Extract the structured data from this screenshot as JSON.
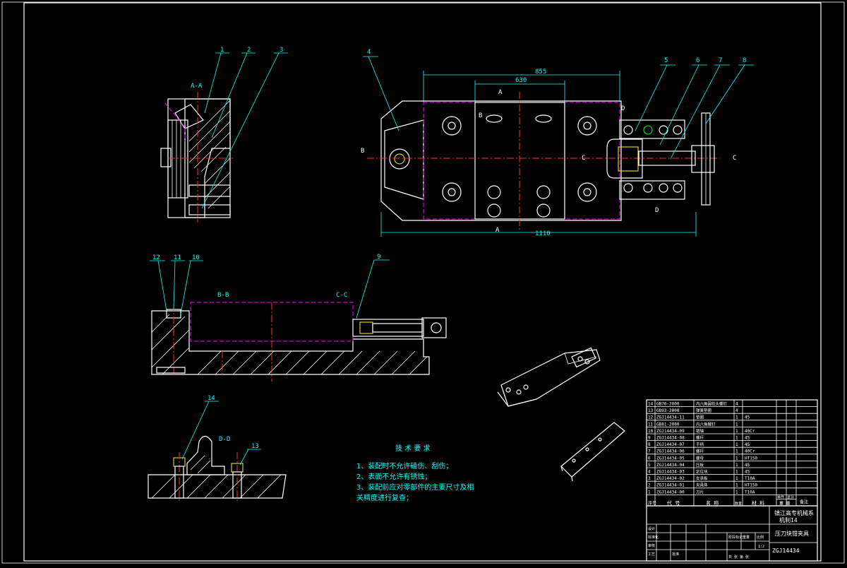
{
  "balloons": [
    "1",
    "2",
    "3",
    "4",
    "5",
    "6",
    "7",
    "8",
    "9",
    "10",
    "11",
    "12",
    "13",
    "14"
  ],
  "views": {
    "aa": "A-A",
    "bb": "B-B",
    "cc": "C-C",
    "dd": "D-D",
    "sec_a": "A",
    "sec_b": "B",
    "sec_c": "C",
    "sec_d": "D"
  },
  "dimensions": {
    "d855": "855",
    "d630": "630",
    "d1110": "1110"
  },
  "tech_requirements": {
    "title": "技 术 要 求",
    "items": [
      "1、装配时不允许磕伤、刮伤；",
      "2、表面不允许有锈蚀；",
      "3、装配前应对零部件的主要尺寸及相",
      "关精度进行复查；"
    ]
  },
  "bom": [
    {
      "no": "14",
      "code": "GB70-2000",
      "name": "内六角圆柱头螺钉",
      "qty": "4",
      "mat": ""
    },
    {
      "no": "13",
      "code": "GB93-2000",
      "name": "弹簧垫圈",
      "qty": "4",
      "mat": ""
    },
    {
      "no": "12",
      "code": "ZGJ14434-11",
      "name": "垫圈",
      "qty": "1",
      "mat": "45"
    },
    {
      "no": "11",
      "code": "GB81-2000",
      "name": "内六角螺钉",
      "qty": "1",
      "mat": ""
    },
    {
      "no": "10",
      "code": "ZGJ14434-09",
      "name": "销轴",
      "qty": "1",
      "mat": "40Cr"
    },
    {
      "no": "9",
      "code": "ZGJ14434-08",
      "name": "螺杆",
      "qty": "1",
      "mat": "45"
    },
    {
      "no": "8",
      "code": "ZGJ14434-07",
      "name": "手柄",
      "qty": "1",
      "mat": "45"
    },
    {
      "no": "7",
      "code": "ZGJ14434-06",
      "name": "螺杆",
      "qty": "1",
      "mat": "40Cr"
    },
    {
      "no": "6",
      "code": "ZGJ14434-05",
      "name": "螺母",
      "qty": "1",
      "mat": "HT150"
    },
    {
      "no": "5",
      "code": "ZGJ14434-04",
      "name": "压板",
      "qty": "1",
      "mat": "45"
    },
    {
      "no": "4",
      "code": "ZGJ14434-03",
      "name": "定位块",
      "qty": "1",
      "mat": "45"
    },
    {
      "no": "3",
      "code": "ZGJ14434-02",
      "name": "支承板",
      "qty": "1",
      "mat": "T10A"
    },
    {
      "no": "2",
      "code": "ZGJ14434-01",
      "name": "夹具体",
      "qty": "1",
      "mat": "HT150"
    },
    {
      "no": "1",
      "code": "ZGJ14434-00",
      "name": "刀片",
      "qty": "1",
      "mat": "T10A"
    }
  ],
  "bom_header": {
    "no": "序号",
    "code": "代 号",
    "name": "名 称",
    "qty": "数量",
    "mat": "材 料",
    "single": "单件",
    "total": "总计",
    "weight": "重 量",
    "note": "备注"
  },
  "title_block": {
    "school": "镇江高专机械系",
    "class": "机制14",
    "drawing_name": "压刀块钳夹具",
    "drawing_no": "ZGJ14434",
    "stage_mark": "阶段标记",
    "weight": "重量",
    "scale": "比例",
    "scale_value": "1:2",
    "sheet": "共 张 第 张",
    "design": "设计",
    "check": "审核",
    "process": "工艺",
    "standardize": "标准化",
    "approve": "批准"
  }
}
